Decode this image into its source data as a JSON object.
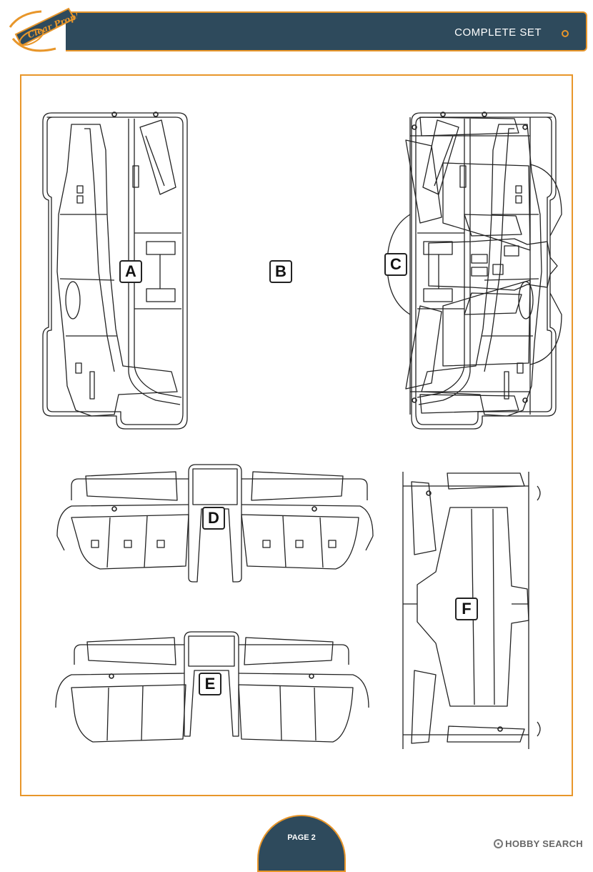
{
  "header": {
    "title": "COMPLETE SET",
    "logo_text": "Clear Prop!"
  },
  "sprues": [
    {
      "label": "A"
    },
    {
      "label": "B"
    },
    {
      "label": "C"
    },
    {
      "label": "D"
    },
    {
      "label": "E"
    },
    {
      "label": "F"
    }
  ],
  "footer": {
    "page": "PAGE 2",
    "watermark": "HOBBY SEARCH"
  },
  "colors": {
    "accent": "#e8962a",
    "header_bg": "#2e4a5c",
    "line": "#222222"
  }
}
